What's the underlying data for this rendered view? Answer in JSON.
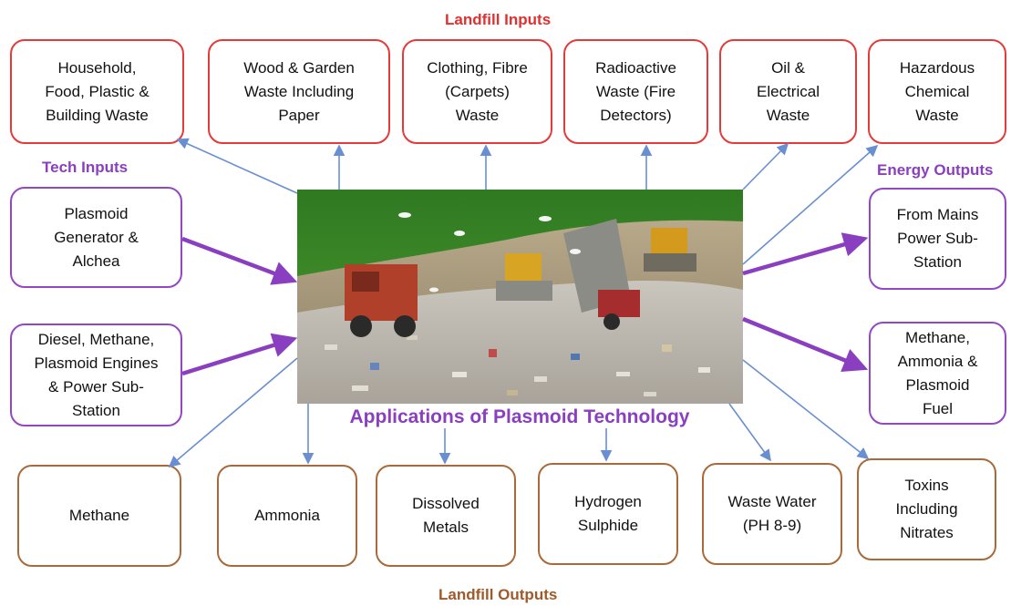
{
  "labels": {
    "landfill_inputs": "Landfill Inputs",
    "tech_inputs": "Tech Inputs",
    "energy_outputs": "Energy Outputs",
    "landfill_outputs": "Landfill Outputs",
    "main_title": "Applications of Plasmoid Technology"
  },
  "landfill_inputs": [
    "Household,\nFood, Plastic &\nBuilding Waste",
    "Wood & Garden\nWaste Including\nPaper",
    "Clothing, Fibre\n(Carpets)\nWaste",
    "Radioactive\nWaste (Fire\nDetectors)",
    "Oil &\nElectrical\nWaste",
    "Hazardous\nChemical\nWaste"
  ],
  "tech_inputs": [
    "Plasmoid\nGenerator &\nAlchea",
    "Diesel, Methane,\nPlasmoid Engines\n& Power Sub-\nStation"
  ],
  "energy_outputs": [
    "From Mains\nPower Sub-\nStation",
    "Methane,\nAmmonia &\nPlasmoid\nFuel"
  ],
  "landfill_outputs": [
    "Methane",
    "Ammonia",
    "Dissolved\nMetals",
    "Hydrogen\nSulphide",
    "Waste Water\n(PH 8-9)",
    "Toxins\nIncluding\nNitrates"
  ],
  "colors": {
    "inputs": "#e43a3a",
    "tech": "#9447c2",
    "outputs": "#a86a3a",
    "thin_arrow": "#6a8fd0",
    "thick_arrow": "#8a3fc0"
  }
}
